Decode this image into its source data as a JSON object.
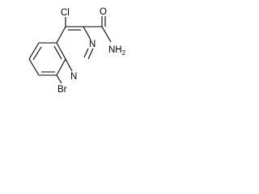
{
  "molecule": {
    "atoms": {
      "cl": "Cl",
      "br": "Br",
      "n1": "N",
      "n2": "N",
      "o": "O",
      "nh2_n": "NH",
      "nh2_sub": "2"
    }
  }
}
